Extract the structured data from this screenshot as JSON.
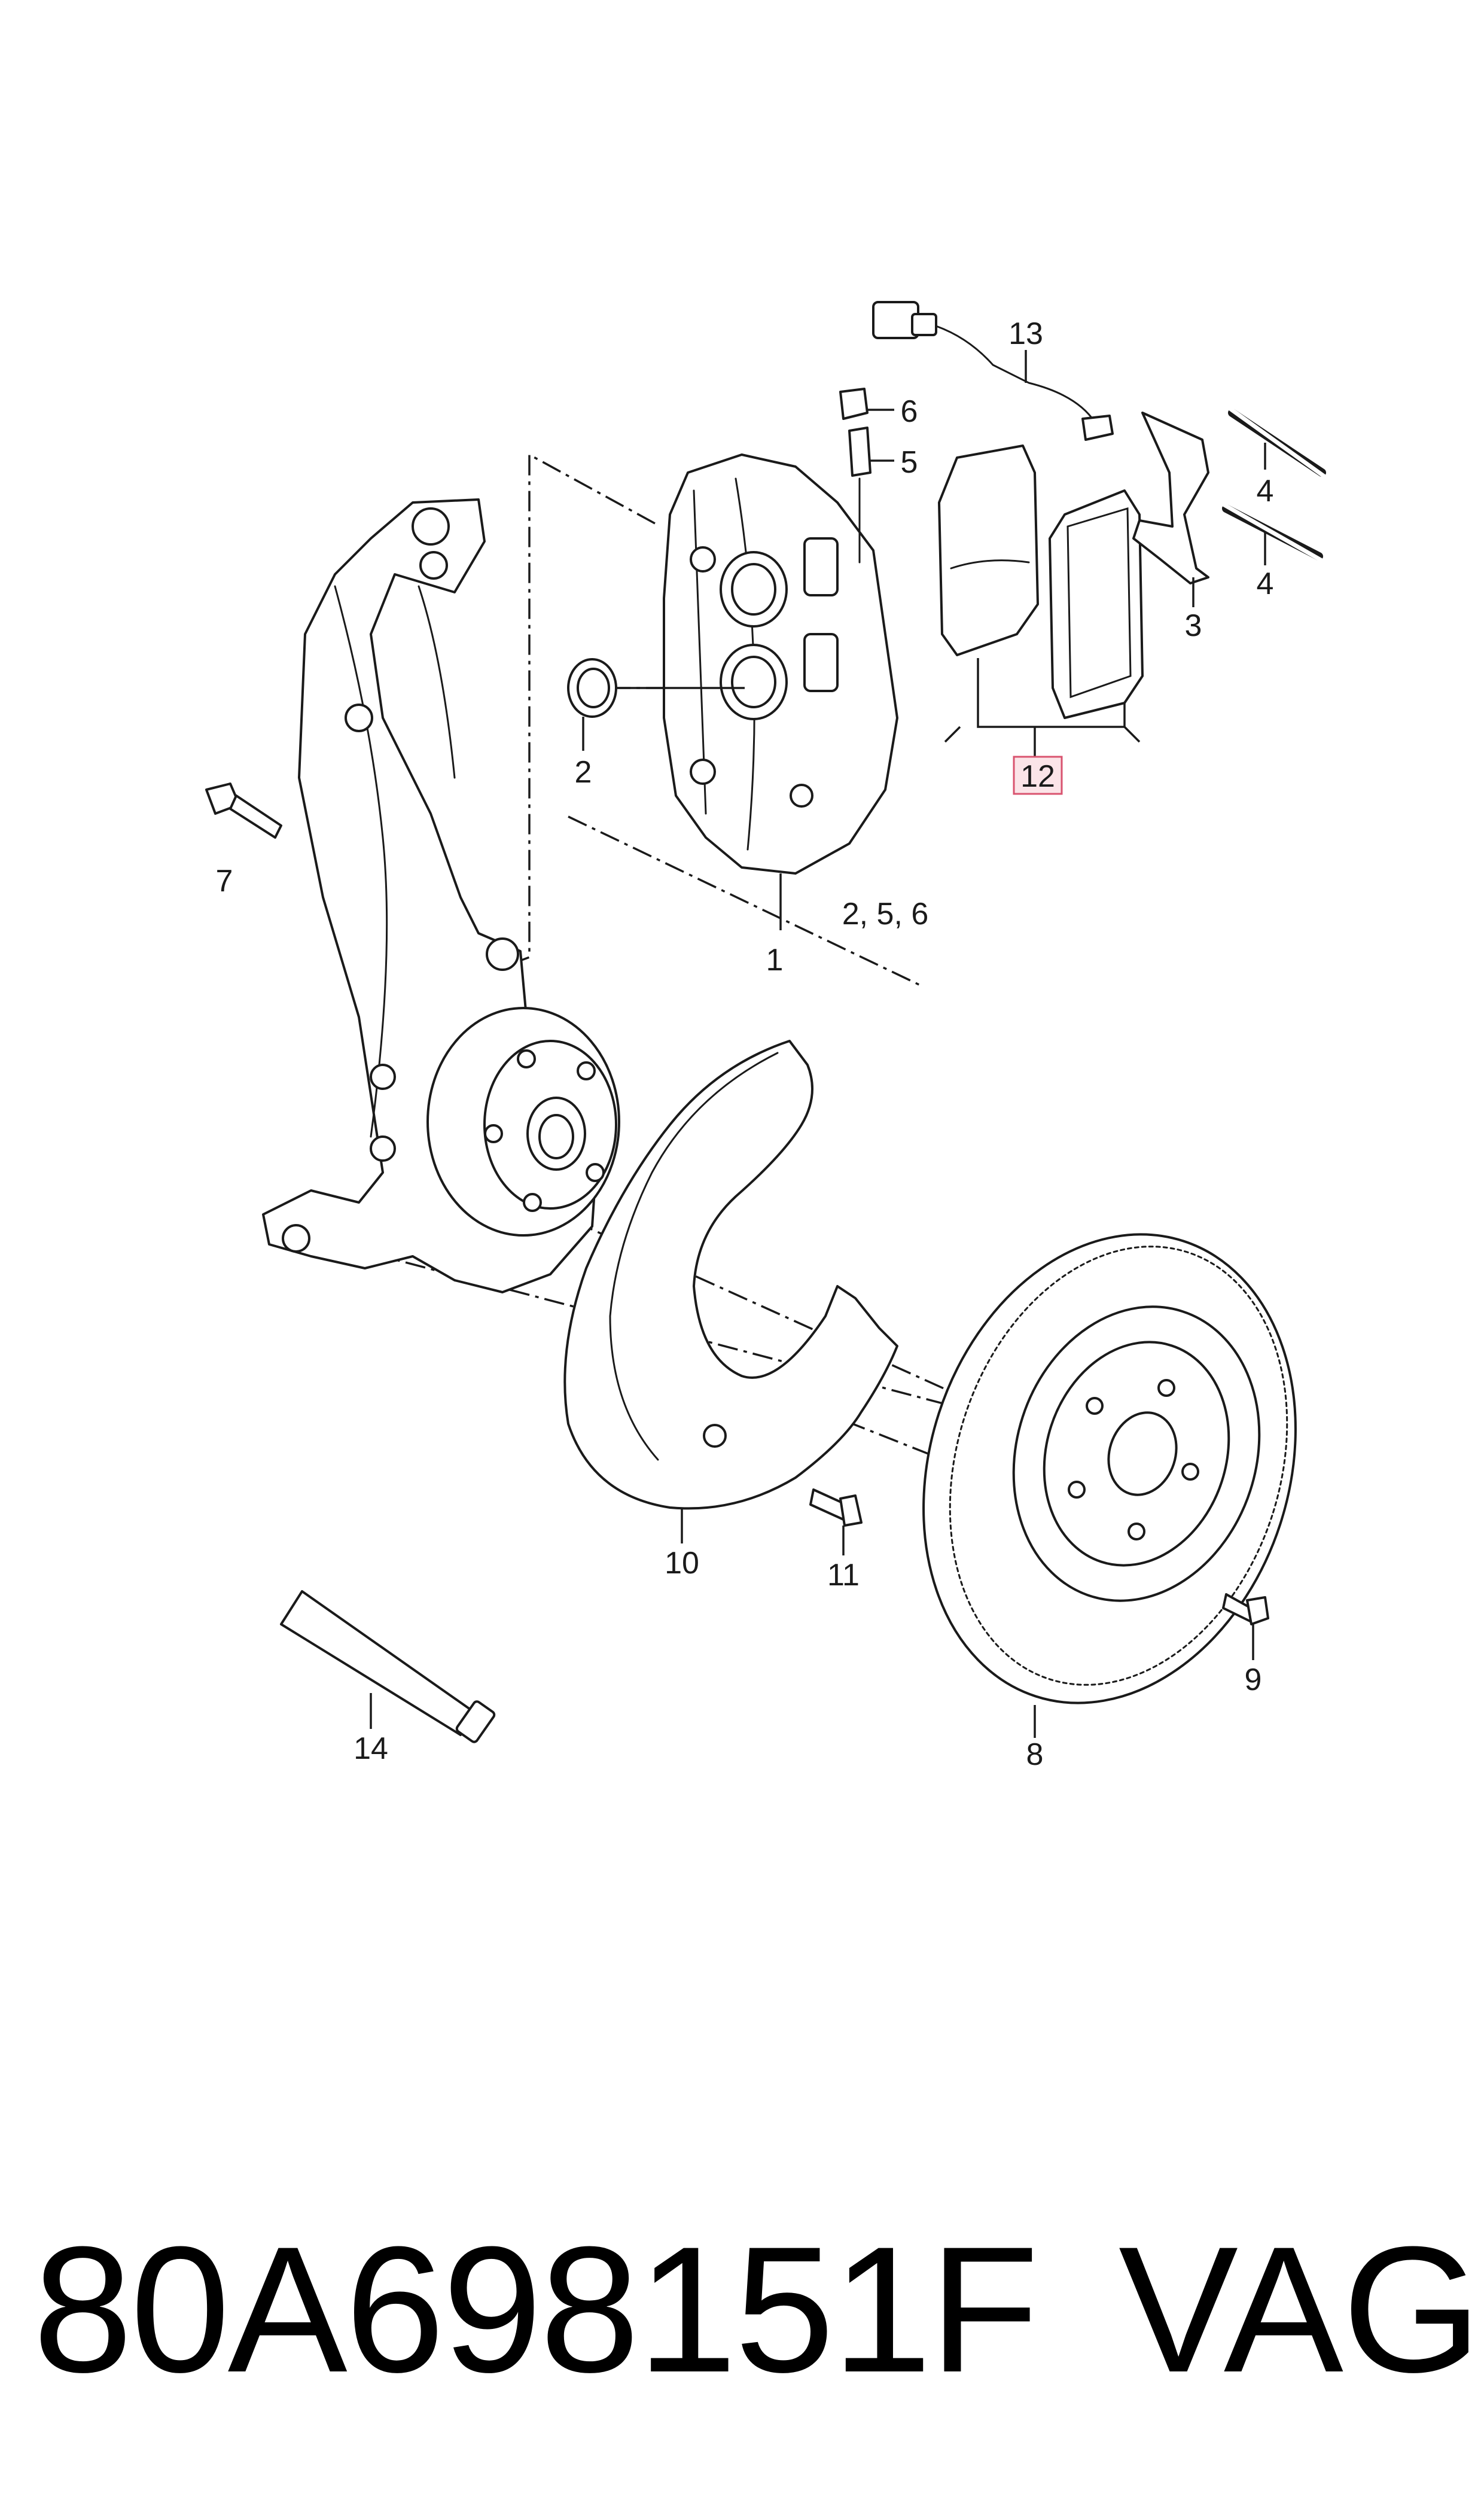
{
  "diagram": {
    "callouts": [
      {
        "id": "c1",
        "text": "1"
      },
      {
        "id": "c2",
        "text": "2"
      },
      {
        "id": "c256",
        "text": "2, 5, 6"
      },
      {
        "id": "c3",
        "text": "3"
      },
      {
        "id": "c4a",
        "text": "4"
      },
      {
        "id": "c4b",
        "text": "4"
      },
      {
        "id": "c5",
        "text": "5"
      },
      {
        "id": "c6",
        "text": "6"
      },
      {
        "id": "c7",
        "text": "7"
      },
      {
        "id": "c8",
        "text": "8"
      },
      {
        "id": "c9",
        "text": "9"
      },
      {
        "id": "c10",
        "text": "10"
      },
      {
        "id": "c11",
        "text": "11"
      },
      {
        "id": "c12",
        "text": "12",
        "highlighted": true
      },
      {
        "id": "c13",
        "text": "13"
      },
      {
        "id": "c14",
        "text": "14"
      }
    ],
    "highlight_color": "#d9536f"
  },
  "footer": {
    "part_number": "80A698151F",
    "brand": "VAG"
  }
}
